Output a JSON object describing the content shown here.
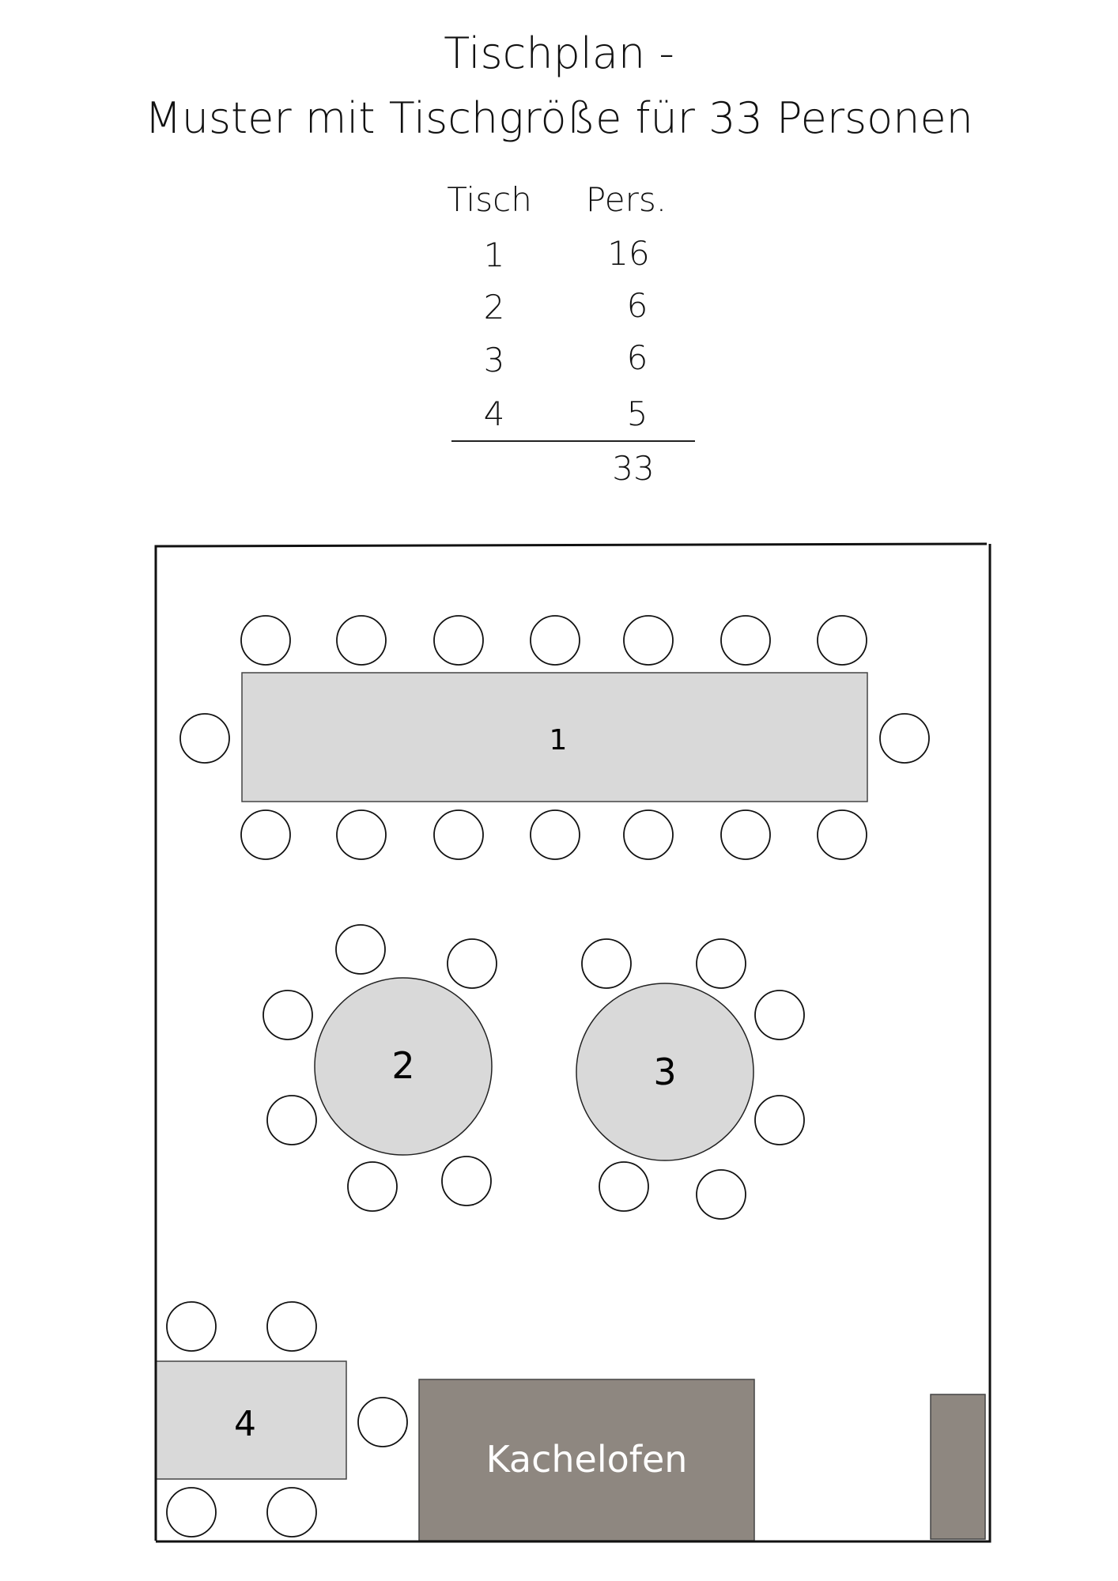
{
  "title": {
    "line1": "Tischplan -",
    "line2": "Muster mit Tischgröße für 33 Personen"
  },
  "summary": {
    "header_table": "Tisch",
    "header_persons": "Pers.",
    "rows": [
      {
        "table": "1",
        "persons": "16"
      },
      {
        "table": "2",
        "persons": "6"
      },
      {
        "table": "3",
        "persons": "6"
      },
      {
        "table": "4",
        "persons": "5"
      }
    ],
    "total": "33"
  },
  "plan": {
    "table1_label": "1",
    "table2_label": "2",
    "table3_label": "3",
    "table4_label": "4",
    "stove_label": "Kachelofen"
  },
  "colors": {
    "table": "#d9d9d9",
    "stove": "#8e8780"
  }
}
